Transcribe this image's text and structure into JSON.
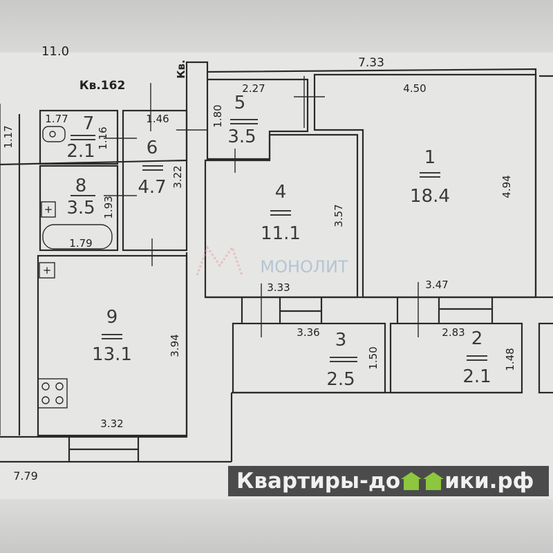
{
  "header_fragments": {
    "top_area": "11.0",
    "apartment_left": "Кв.162",
    "apartment_top": "Кв.",
    "overall_top": "7.33",
    "left_edge": "1.17",
    "overall_bottom": "7.79"
  },
  "rooms": [
    {
      "id": "r1",
      "number": "1",
      "area": "18.4",
      "dims": [
        "4.50",
        "4.94",
        "3.47"
      ]
    },
    {
      "id": "r2",
      "number": "2",
      "area": "2.1",
      "dims": [
        "2.83",
        "1.48"
      ]
    },
    {
      "id": "r3",
      "number": "3",
      "area": "2.5",
      "dims": [
        "3.36",
        "1.50"
      ]
    },
    {
      "id": "r4",
      "number": "4",
      "area": "11.1",
      "dims": [
        "3.57",
        "3.33"
      ]
    },
    {
      "id": "r5",
      "number": "5",
      "area": "3.5",
      "dims": [
        "2.27",
        "1.80"
      ]
    },
    {
      "id": "r6",
      "number": "6",
      "area": "4.7",
      "dims": [
        "1.46",
        "3.22"
      ]
    },
    {
      "id": "r7",
      "number": "7",
      "area": "2.1",
      "dims": [
        "1.77",
        "1.16"
      ]
    },
    {
      "id": "r8",
      "number": "8",
      "area": "3.5",
      "dims": [
        "1.93",
        "1.79"
      ]
    },
    {
      "id": "r9",
      "number": "9",
      "area": "13.1",
      "dims": [
        "3.94",
        "3.32"
      ]
    }
  ],
  "watermark": "МОНОЛИТ",
  "banner": {
    "before": "Квартиры-до",
    "after": "ики.рф",
    "accent_color": "#8dc63f"
  }
}
